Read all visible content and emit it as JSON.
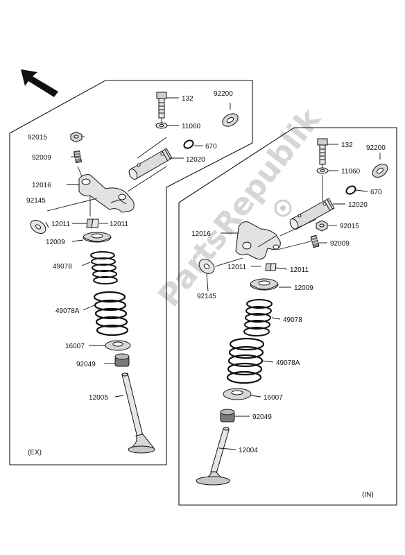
{
  "diagram": {
    "panels": {
      "exhaust": {
        "tag": "(EX)"
      },
      "intake": {
        "tag": "(IN)"
      }
    },
    "watermark": "PartsRepublik",
    "exhaust_parts": {
      "bolt": "132",
      "washer_11060": "11060",
      "shim_92200": "92200",
      "oring_670": "670",
      "shaft_12020": "12020",
      "nut_92015": "92015",
      "screw_92009": "92009",
      "arm_12016": "12016",
      "shim_92145": "92145",
      "pad_12011a": "12011",
      "pad_12011b": "12011",
      "retainer_12009": "12009",
      "spring_inner": "49078",
      "spring_outer": "49078A",
      "seat_16007": "16007",
      "seal_92049": "92049",
      "valve_12005": "12005"
    },
    "intake_parts": {
      "bolt": "132",
      "shim_92200": "92200",
      "washer_11060": "11060",
      "oring_670": "670",
      "shaft_12020": "12020",
      "nut_92015": "92015",
      "arm_12016": "12016",
      "screw_92009": "92009",
      "pad_12011a": "12011",
      "pad_12011b": "12011",
      "shim_92145": "92145",
      "retainer_12009": "12009",
      "spring_inner": "49078",
      "spring_outer": "49078A",
      "seat_16007": "16007",
      "seal_92049": "92049",
      "valve_12004": "12004"
    }
  },
  "icons": {
    "direction": "arrow-up-left-icon",
    "gear": "gear-icon"
  },
  "colors": {
    "line": "#111111",
    "fill_light": "#e6e6e6",
    "fill_mid": "#b8b8b8",
    "fill_dark": "#7a7a7a",
    "watermark": "#d6d6d6"
  }
}
